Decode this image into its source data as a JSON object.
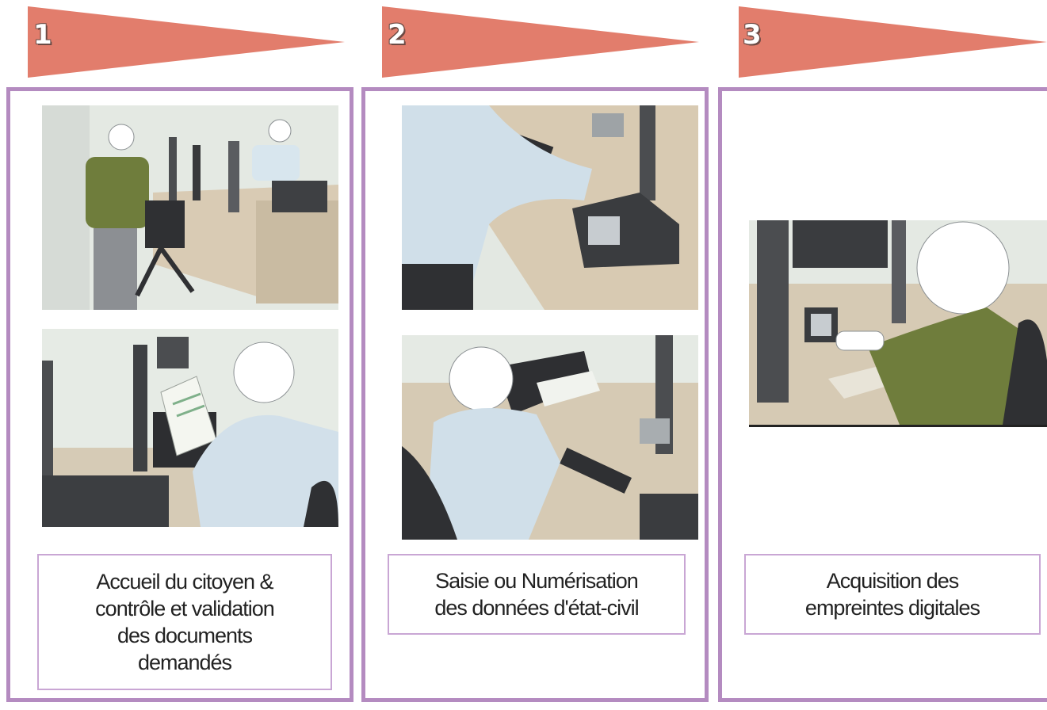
{
  "steps": [
    {
      "number": "1",
      "caption": "Accueil du citoyen &\ncontrôle et validation\ndes documents\ndemandés",
      "images": [
        "citizen-at-desk-illustration",
        "agent-checking-documents-illustration"
      ]
    },
    {
      "number": "2",
      "caption": "Saisie ou Numérisation\ndes données d'état-civil",
      "images": [
        "agent-data-entry-illustration",
        "agent-scanning-document-illustration"
      ]
    },
    {
      "number": "3",
      "caption": "Acquisition des\nempreintes digitales",
      "images": [
        "fingerprint-capture-illustration"
      ]
    }
  ],
  "colors": {
    "arrow": "#e27d6c",
    "panel_border": "#b48bc0",
    "caption_border": "#c9a6d4"
  }
}
